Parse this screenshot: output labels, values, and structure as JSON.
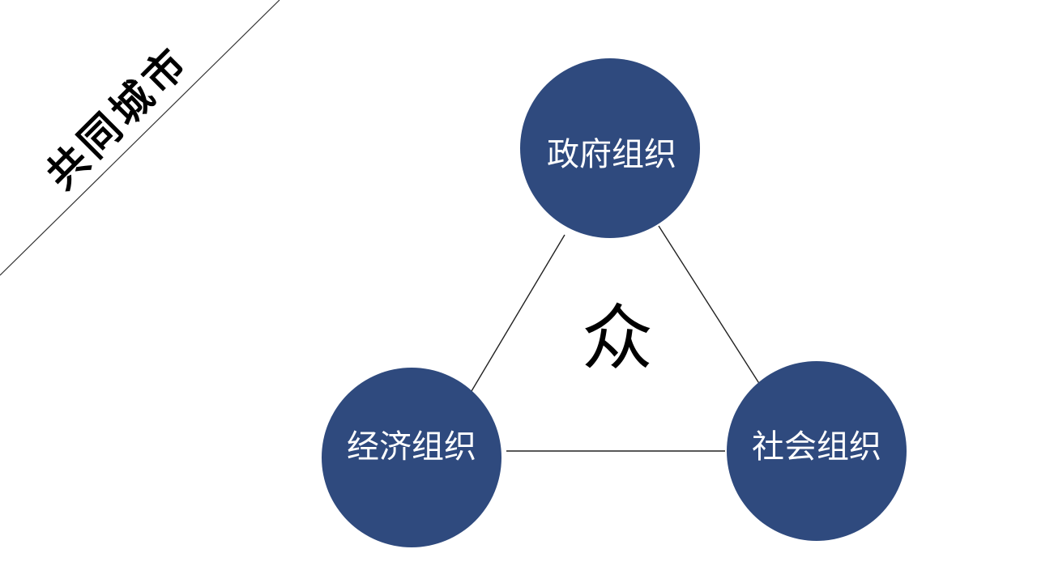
{
  "corner_title": "共同城市",
  "center_char": "众",
  "nodes": {
    "government": {
      "label": "政府组织"
    },
    "economic": {
      "label": "经济组织"
    },
    "social": {
      "label": "社会组织"
    }
  },
  "colors": {
    "node_fill": "#2f4a7e",
    "node_text": "#ffffff",
    "line": "#222222"
  }
}
